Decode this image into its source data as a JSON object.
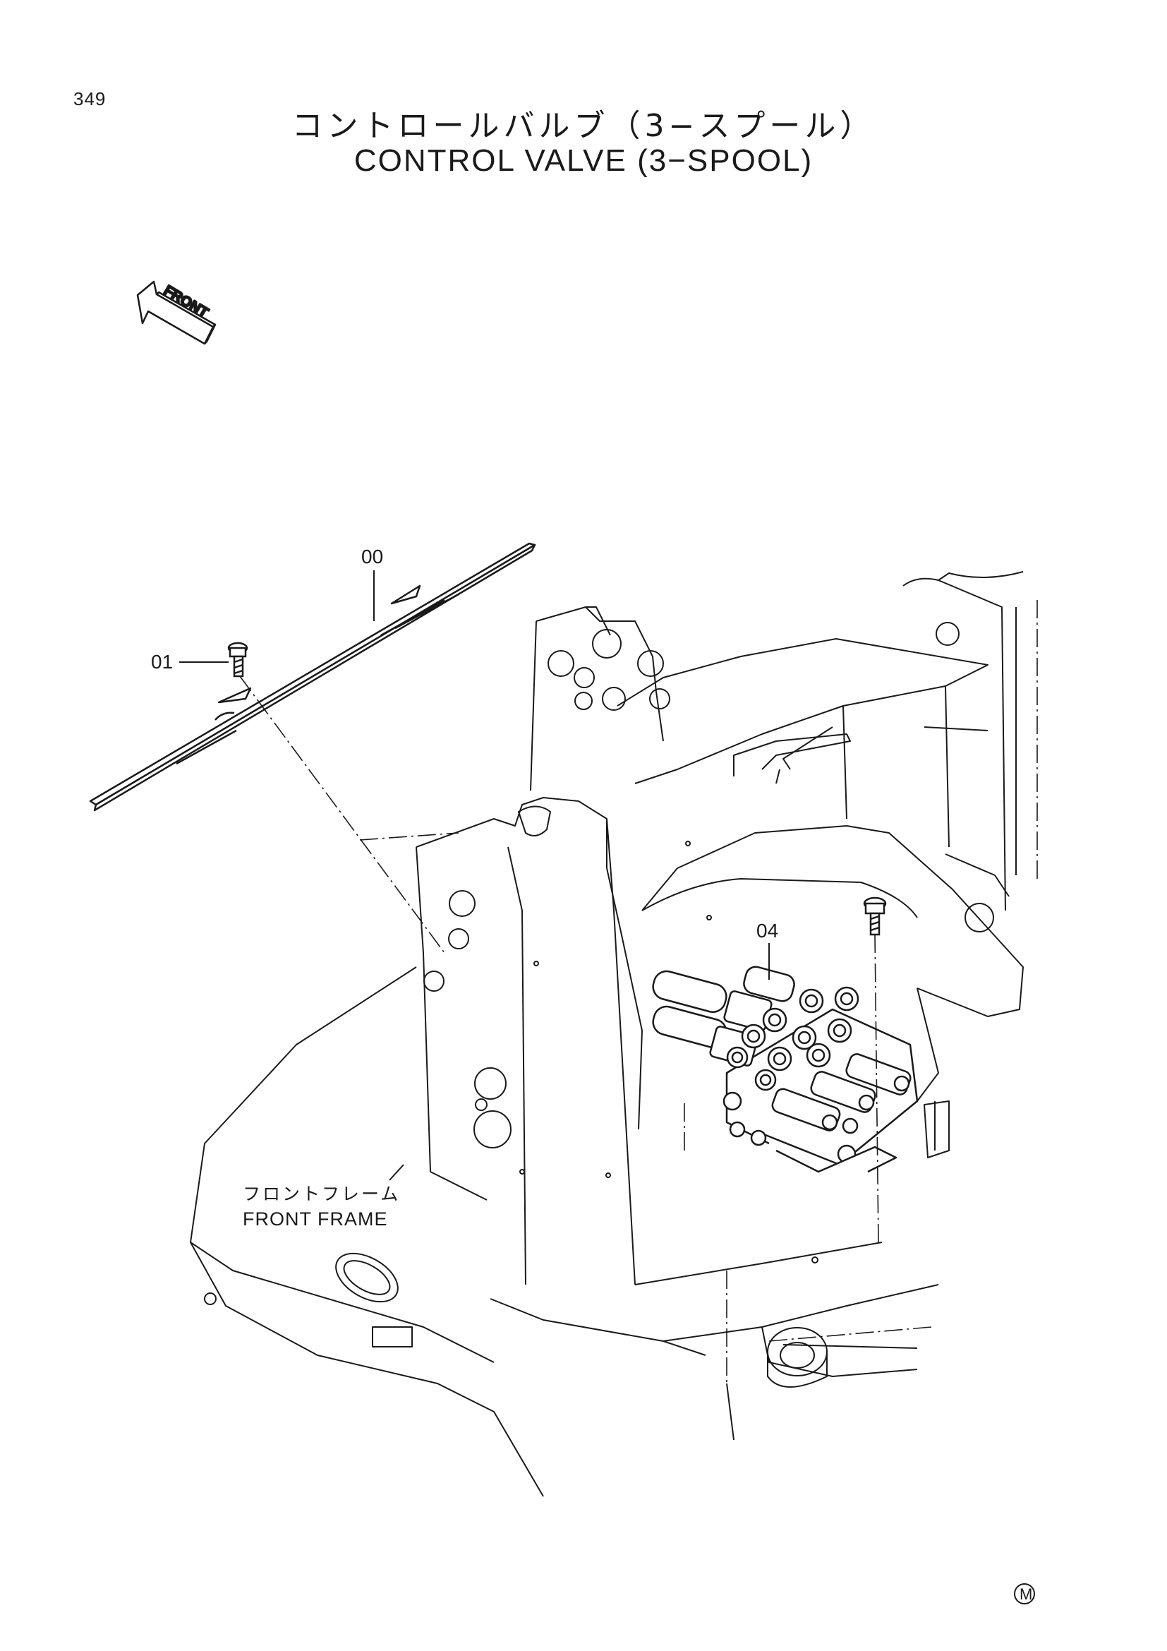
{
  "page": {
    "number": "349",
    "title_jp": "コントロールバルブ（3−スプール）",
    "title_en": "CONTROL VALVE (3−SPOOL)"
  },
  "direction_arrow": {
    "label": "FRONT",
    "icon": "front-direction-arrow-icon"
  },
  "part_callouts": [
    {
      "id": "00"
    },
    {
      "id": "01"
    },
    {
      "id": "04"
    }
  ],
  "assembly_label": {
    "jp": "フロントフレーム",
    "en": "FRONT FRAME"
  },
  "corner_mark": {
    "symbol": "M",
    "icon": "circled-m-icon"
  }
}
